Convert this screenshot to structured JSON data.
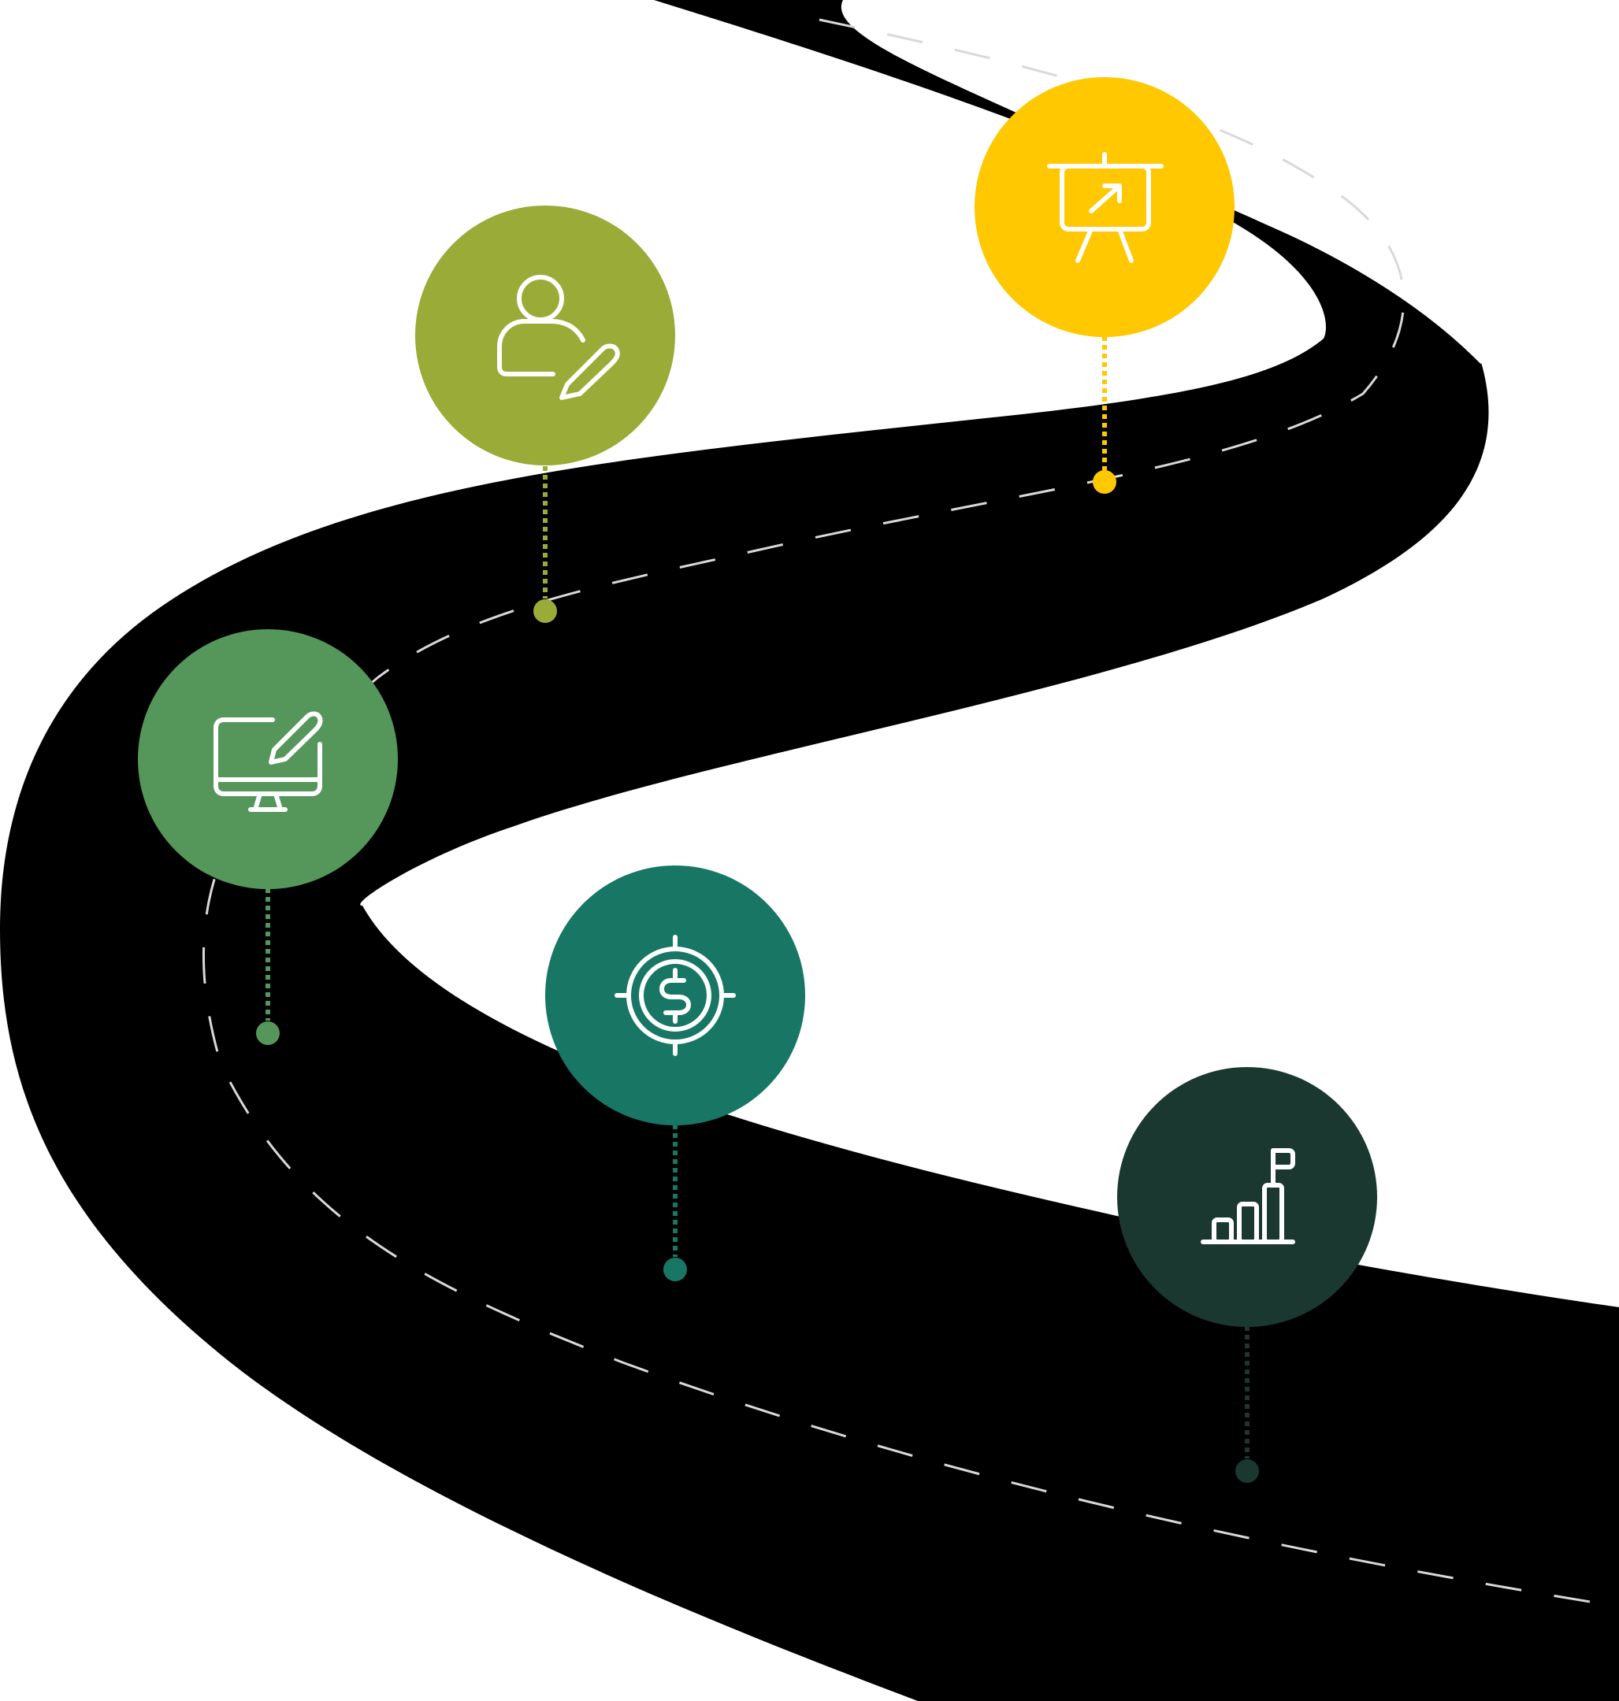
{
  "road": {
    "asphalt_color": "#000000",
    "lane_marking_color": "#d9d9d9",
    "background_color": "#ffffff"
  },
  "milestones": [
    {
      "id": "presentation",
      "icon": "presentation-board-growth-icon",
      "color": "#ffc800"
    },
    {
      "id": "user-edit",
      "icon": "user-edit-icon",
      "color": "#9aab38"
    },
    {
      "id": "monitor-edit",
      "icon": "monitor-edit-icon",
      "color": "#55975b"
    },
    {
      "id": "dollar-target",
      "icon": "dollar-target-icon",
      "color": "#187764"
    },
    {
      "id": "growth-flag",
      "icon": "bar-chart-flag-icon",
      "color": "#1a3830"
    }
  ]
}
